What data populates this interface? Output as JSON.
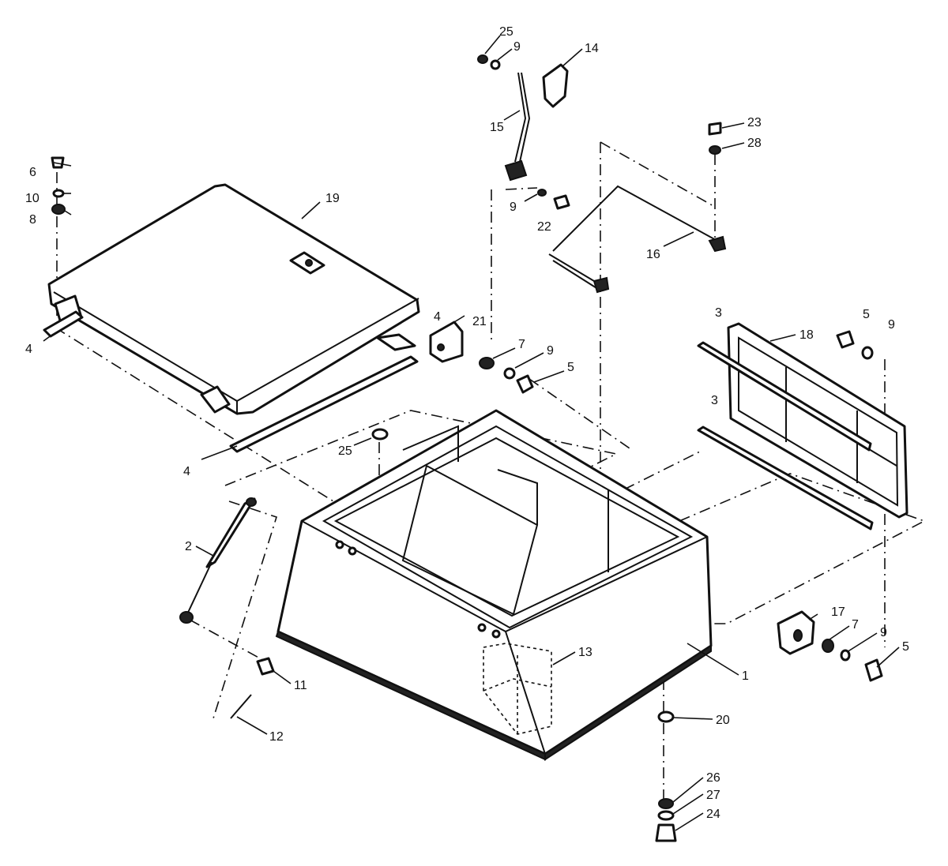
{
  "callouts": {
    "c1": "1",
    "c2": "2",
    "c3a": "3",
    "c3b": "3",
    "c4a": "4",
    "c4b": "4",
    "c4c": "4",
    "c5a": "5",
    "c5b": "5",
    "c5c": "5",
    "c6": "6",
    "c7a": "7",
    "c7b": "7",
    "c8": "8",
    "c9a": "9",
    "c9b": "9",
    "c9c": "9",
    "c9d": "9",
    "c9e": "9",
    "c10": "10",
    "c11": "11",
    "c12": "12",
    "c13": "13",
    "c14": "14",
    "c15": "15",
    "c16": "16",
    "c17": "17",
    "c18": "18",
    "c19": "19",
    "c20": "20",
    "c21": "21",
    "c22": "22",
    "c23": "23",
    "c24": "24",
    "c25a": "25",
    "c25b": "25",
    "c26": "26",
    "c27": "27",
    "c28": "28"
  }
}
